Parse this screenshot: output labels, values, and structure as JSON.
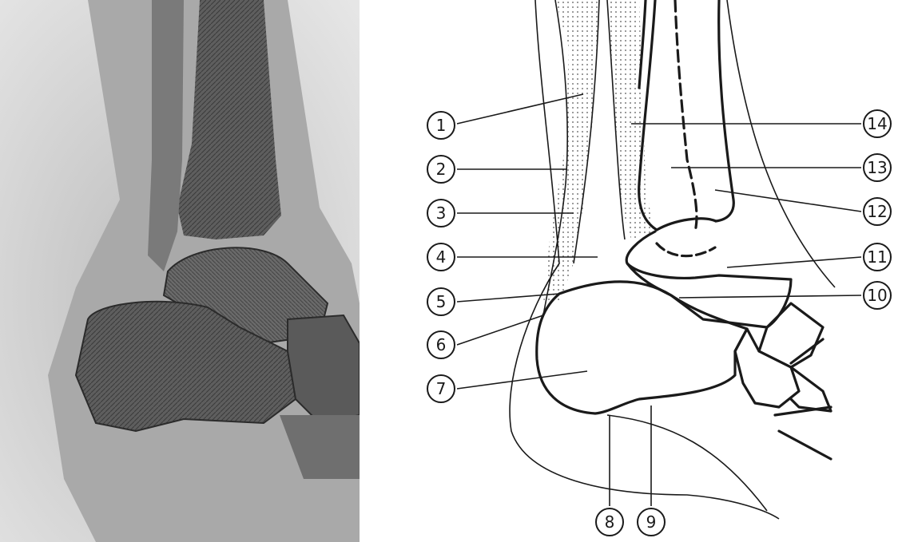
{
  "callouts": [
    {
      "label": "1"
    },
    {
      "label": "2"
    },
    {
      "label": "3"
    },
    {
      "label": "4"
    },
    {
      "label": "5"
    },
    {
      "label": "6"
    },
    {
      "label": "7"
    },
    {
      "label": "8"
    },
    {
      "label": "9"
    },
    {
      "label": "10"
    },
    {
      "label": "11"
    },
    {
      "label": "12"
    },
    {
      "label": "13"
    },
    {
      "label": "14"
    }
  ],
  "colors": {
    "ink": "#1a1a1a",
    "xray_background": "#c9c9c9",
    "bone_dark": "#4a4a4a",
    "stipple": "#555555"
  }
}
